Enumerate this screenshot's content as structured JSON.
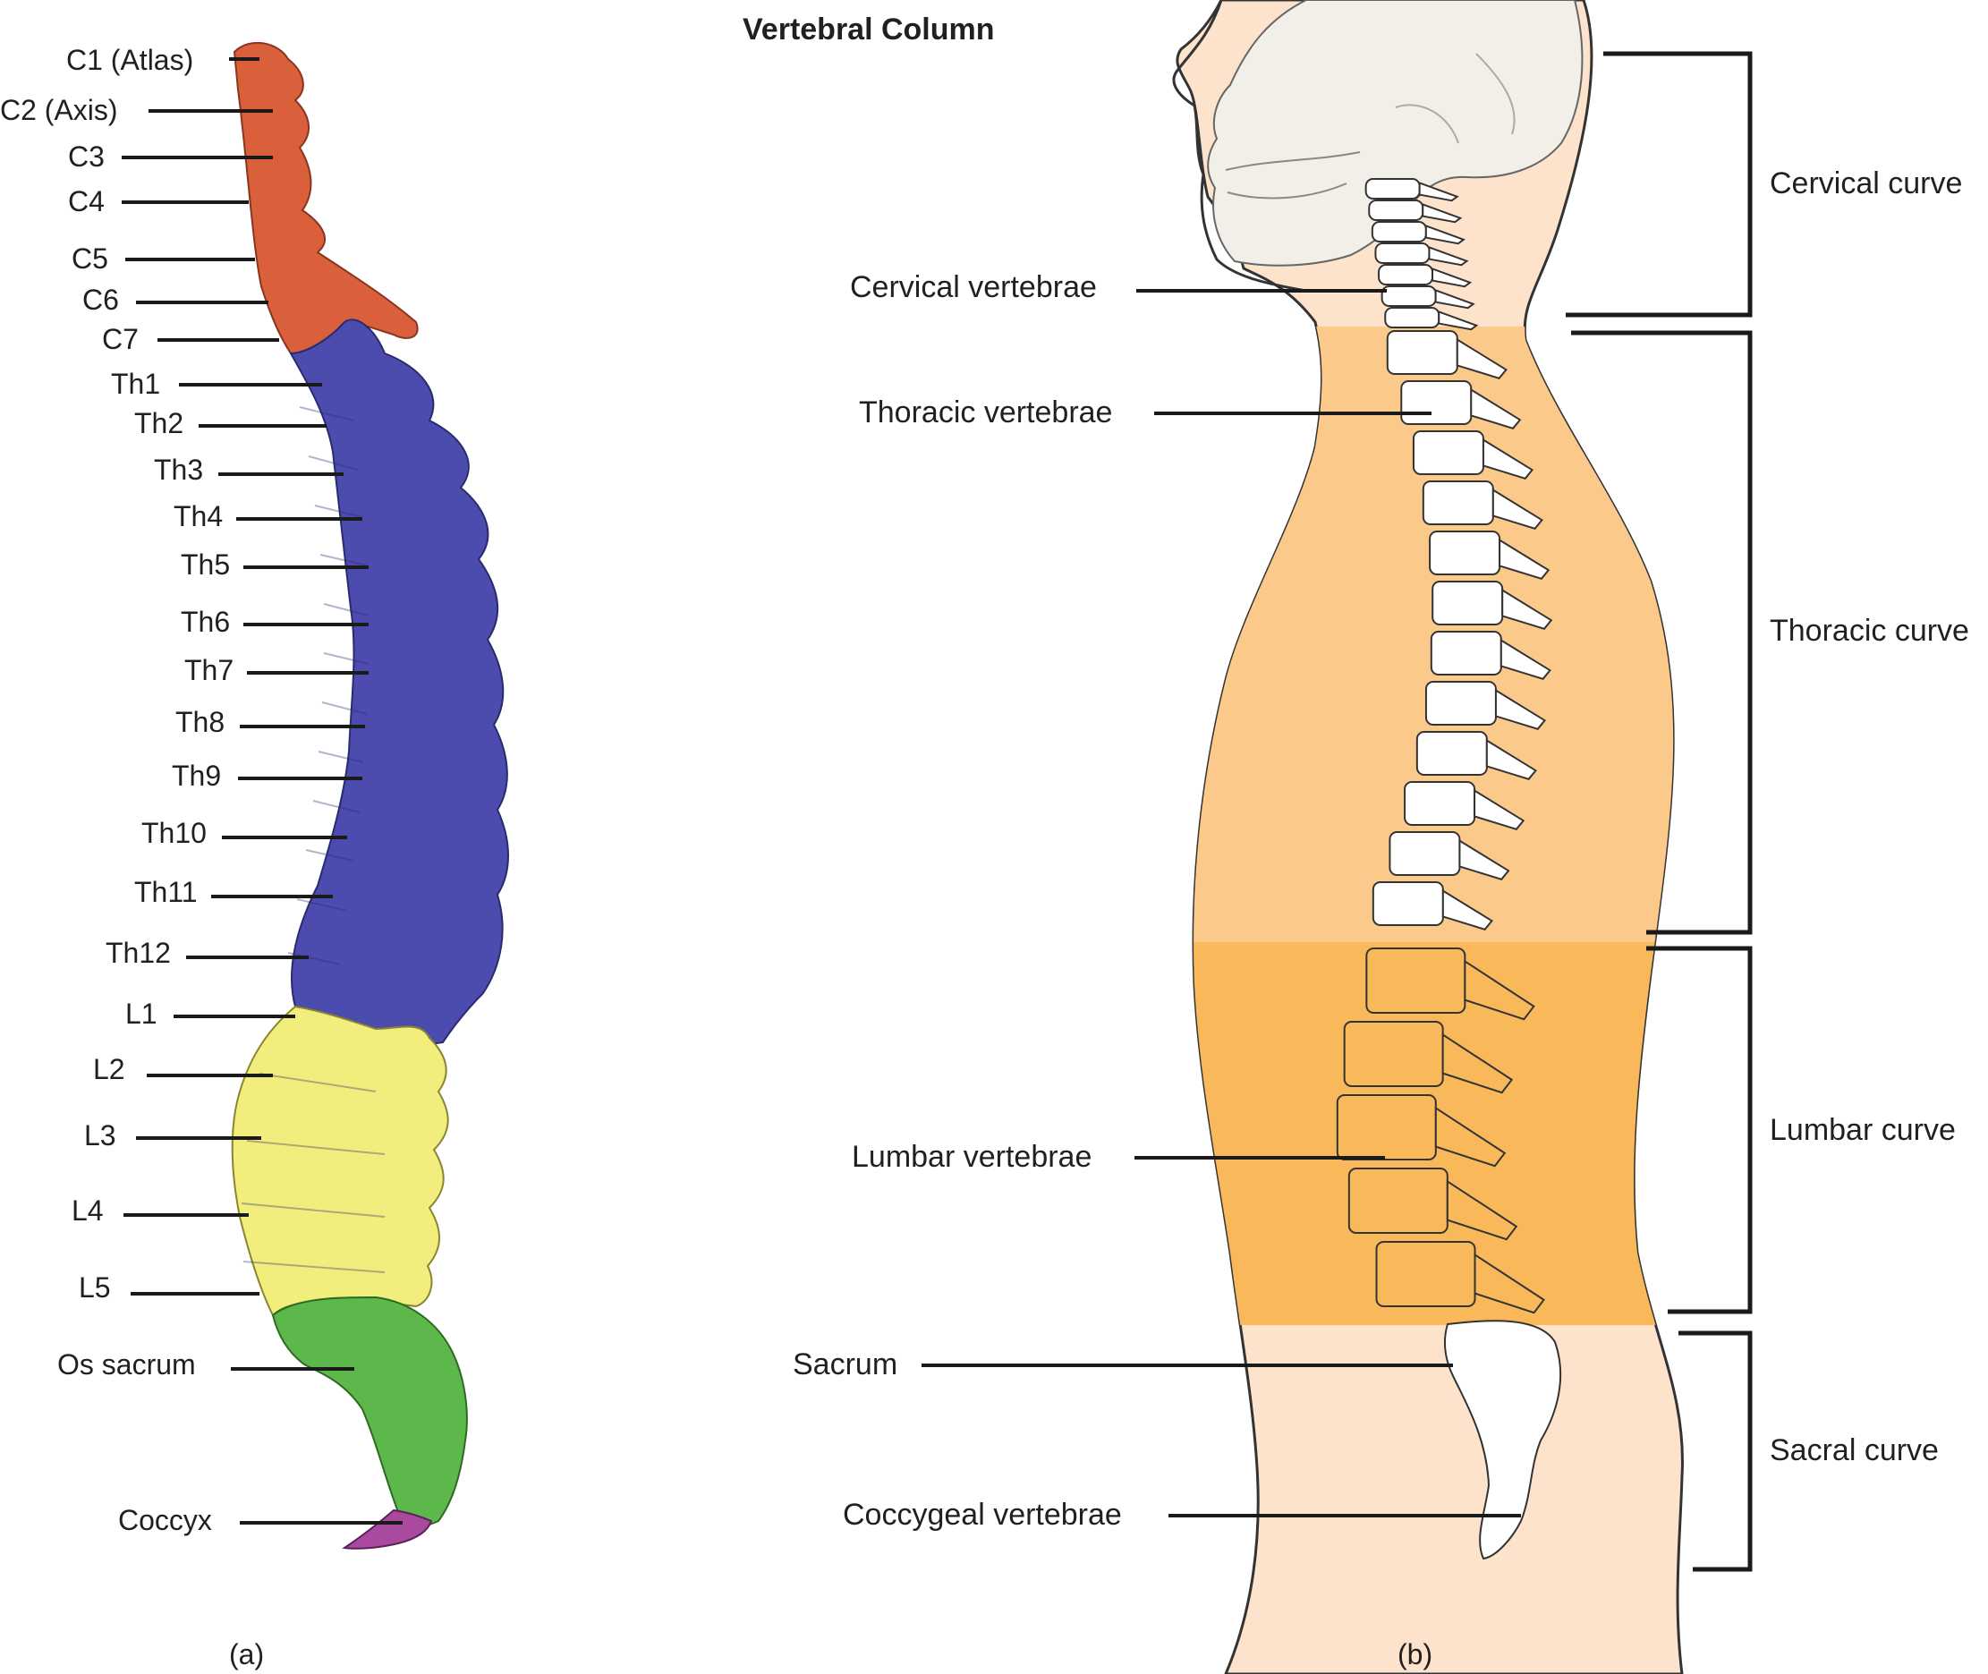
{
  "title": "Vertebral Column",
  "panel_a": {
    "caption": "(a)",
    "labels": {
      "c1": "C1 (Atlas)",
      "c2": "C2 (Axis)",
      "c3": "C3",
      "c4": "C4",
      "c5": "C5",
      "c6": "C6",
      "c7": "C7",
      "th1": "Th1",
      "th2": "Th2",
      "th3": "Th3",
      "th4": "Th4",
      "th5": "Th5",
      "th6": "Th6",
      "th7": "Th7",
      "th8": "Th8",
      "th9": "Th9",
      "th10": "Th10",
      "th11": "Th11",
      "th12": "Th12",
      "l1": "L1",
      "l2": "L2",
      "l3": "L3",
      "l4": "L4",
      "l5": "L5",
      "sacrum": "Os sacrum",
      "coccyx": "Coccyx"
    },
    "colors": {
      "cervical": "#d9603b",
      "thoracic": "#4c4cae",
      "lumbar": "#f2ee7e",
      "sacral": "#5cb84a",
      "coccyx": "#a94a9e"
    }
  },
  "panel_b": {
    "caption": "(b)",
    "labels": {
      "cervical": "Cervical vertebrae",
      "thoracic": "Thoracic vertebrae",
      "lumbar": "Lumbar vertebrae",
      "sacrum": "Sacrum",
      "coccygeal": "Coccygeal vertebrae"
    },
    "curves": {
      "cervical": "Cervical curve",
      "thoracic": "Thoracic curve",
      "lumbar": "Lumbar curve",
      "sacral": "Sacral curve"
    },
    "colors": {
      "skin": "#fde3cc",
      "thoracic_band": "#fbc98a",
      "lumbar_band": "#f9b85a",
      "bone": "#ffffff"
    }
  }
}
